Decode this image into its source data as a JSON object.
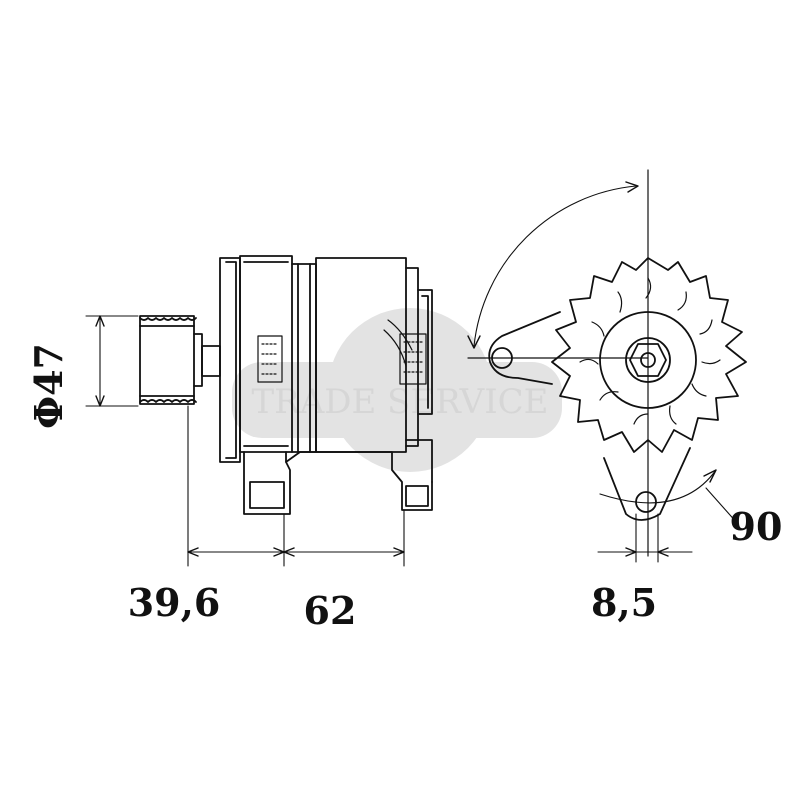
{
  "drawing": {
    "dimensions": {
      "pulley_diameter": "Φ47",
      "pulley_offset": "39,6",
      "body_length": "62",
      "lug_width": "8,5",
      "mount_angle": "90"
    },
    "watermark": "TRADE SERVICE",
    "colors": {
      "line": "#111111",
      "watermark": "#d9d9d9"
    }
  }
}
